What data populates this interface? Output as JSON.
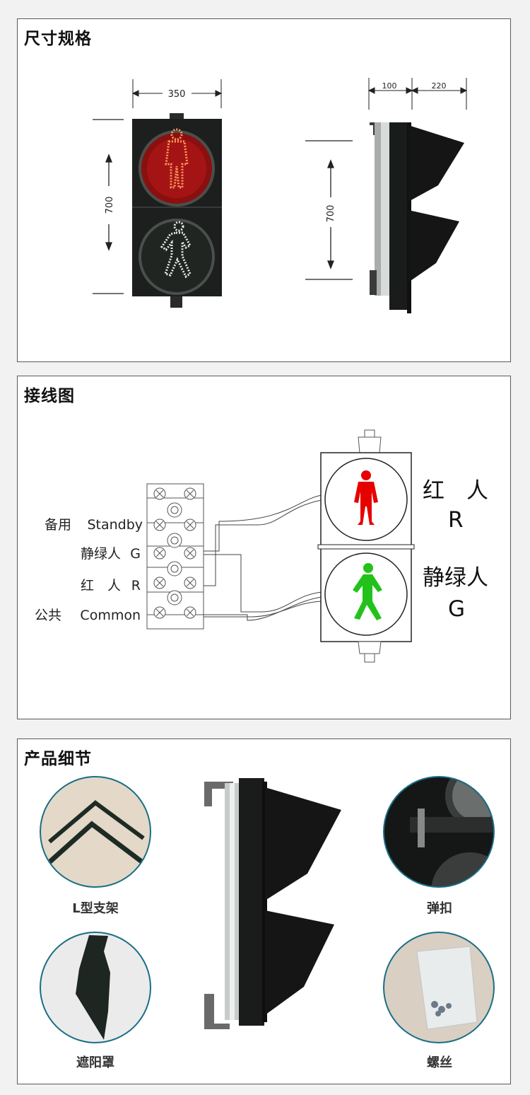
{
  "sections": {
    "dimensions": {
      "title": "尺寸规格",
      "front_width": "350",
      "front_height": "700",
      "side_depth_bracket": "100",
      "side_depth_hood": "220",
      "side_height": "700"
    },
    "wiring": {
      "title": "接线图",
      "terminal_labels": [
        {
          "cn": "备用",
          "en": "Standby"
        },
        {
          "cn": "静绿人",
          "en": "G"
        },
        {
          "cn": "红　人",
          "en": "R"
        },
        {
          "cn": "公共",
          "en": "Common"
        }
      ],
      "red_label_cn": "红　人",
      "red_label_code": "R",
      "green_label_cn": "静绿人",
      "green_label_code": "G"
    },
    "details": {
      "title": "产品细节",
      "items": [
        {
          "caption": "L型支架"
        },
        {
          "caption": "弹扣"
        },
        {
          "caption": "遮阳罩"
        },
        {
          "caption": "螺丝"
        }
      ]
    }
  },
  "colors": {
    "red_man": "#e60000",
    "green_man": "#22c21a",
    "housing": "#1c1f1d"
  }
}
